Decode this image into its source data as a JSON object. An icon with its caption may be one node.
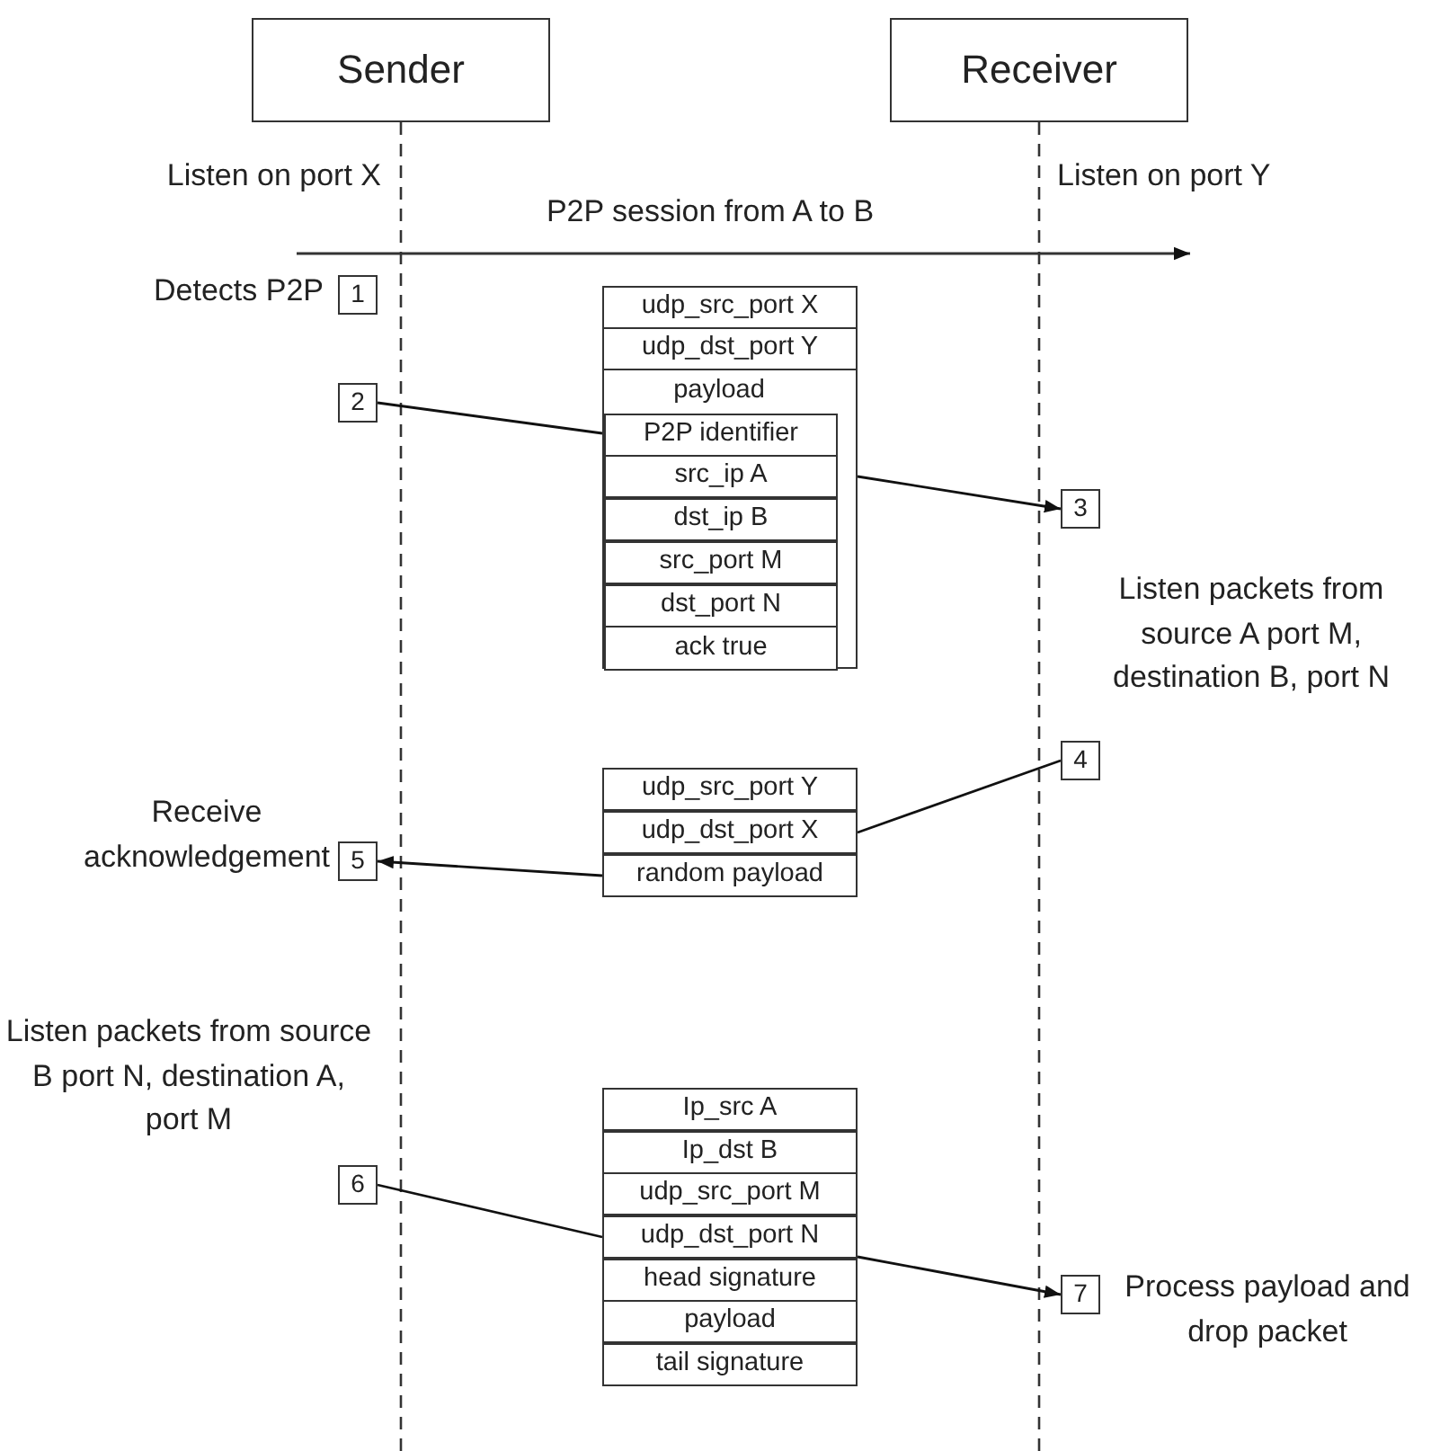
{
  "diagram": {
    "nodes": [
      {
        "text": [
          "Sender"
        ]
      },
      {
        "text": [
          "Receiver"
        ]
      },
      {
        "text": [
          "1"
        ],
        "beside": [
          "Detects P2P"
        ]
      },
      {
        "text": [
          "2"
        ]
      },
      {
        "text": [
          "3"
        ],
        "beside": [
          "Listen packets from source A port M, destination B, port N"
        ]
      },
      {
        "text": [
          "4"
        ]
      },
      {
        "text": [
          "5"
        ],
        "beside": [
          "Receive acknowledgement"
        ]
      },
      {
        "text": [
          "6"
        ],
        "beside": [
          "Listen packets from source B port N, destination A, port M"
        ]
      },
      {
        "text": [
          "7"
        ],
        "beside": [
          "Process payload and drop packet"
        ]
      },
      {
        "text": [
          "udp_src_port X"
        ]
      },
      {
        "text": [
          "udp_dst_port Y"
        ]
      },
      {
        "text": [
          "payload"
        ]
      },
      {
        "text": [
          "P2P identifier"
        ],
        "in": 11
      },
      {
        "text": [
          "src_ip A"
        ],
        "in": 11
      },
      {
        "text": [
          "dst_ip B"
        ],
        "in": 11
      },
      {
        "text": [
          "src_port M"
        ],
        "in": 11
      },
      {
        "text": [
          "dst_port N"
        ],
        "in": 11
      },
      {
        "text": [
          "ack true"
        ],
        "in": 11
      },
      {
        "text": [
          "udp_src_port Y"
        ]
      },
      {
        "text": [
          "udp_dst_port X"
        ]
      },
      {
        "text": [
          "random payload"
        ]
      },
      {
        "text": [
          "Ip_src A"
        ]
      },
      {
        "text": [
          "Ip_dst B"
        ]
      },
      {
        "text": [
          "udp_src_port M"
        ]
      },
      {
        "text": [
          "udp_dst_port N"
        ]
      },
      {
        "text": [
          "head signature"
        ]
      },
      {
        "text": [
          "payload"
        ]
      },
      {
        "text": [
          "tail signature"
        ]
      }
    ],
    "edges": [
      {
        "from": 3,
        "to": 12,
        "arrow": "none"
      },
      {
        "from": 11,
        "to": 4,
        "arrow": "to"
      },
      {
        "from": 5,
        "to": 19,
        "arrow": "none"
      },
      {
        "from": 20,
        "to": 6,
        "arrow": "to"
      },
      {
        "from": 7,
        "to": 24,
        "arrow": "none"
      },
      {
        "from": 24,
        "to": 8,
        "arrow": "to"
      }
    ],
    "labels": [
      "Listen on port X",
      "Listen on port Y",
      "P2P session from A to B"
    ]
  }
}
